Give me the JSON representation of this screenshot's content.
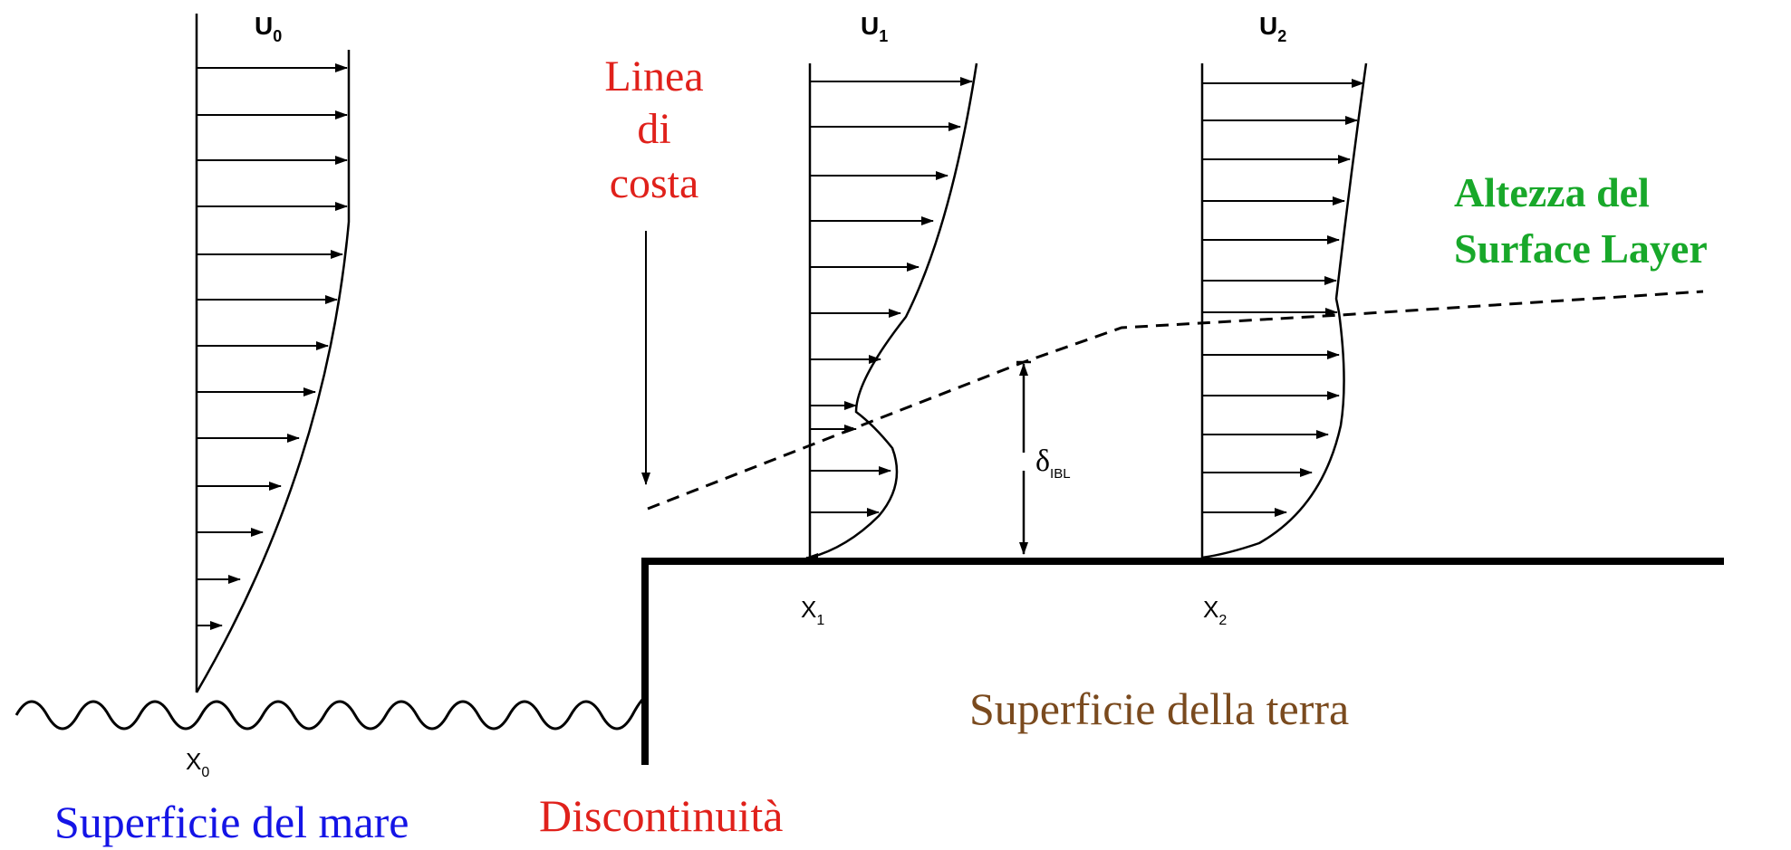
{
  "labels": {
    "coastline_l1": "Linea",
    "coastline_l2": "di",
    "coastline_l3": "costa",
    "surface_layer_l1": "Altezza del",
    "surface_layer_l2": "Surface Layer",
    "sea_surface": "Superficie del mare",
    "discontinuity": "Discontinuità",
    "land_surface": "Superficie della terra"
  },
  "profiles": [
    {
      "u_symbol": "U",
      "u_sub": "0",
      "x_symbol": "X",
      "x_sub": "0"
    },
    {
      "u_symbol": "U",
      "u_sub": "1",
      "x_symbol": "X",
      "x_sub": "1"
    },
    {
      "u_symbol": "U",
      "u_sub": "2",
      "x_symbol": "X",
      "x_sub": "2"
    }
  ],
  "ibl": {
    "symbol": "δ",
    "sub": "IBL"
  },
  "colors": {
    "coastline": "#e0211b",
    "surface_layer": "#18a82a",
    "sea": "#1414e6",
    "discontinuity": "#e0211b",
    "land": "#7a4a1e",
    "ink": "#000000"
  }
}
